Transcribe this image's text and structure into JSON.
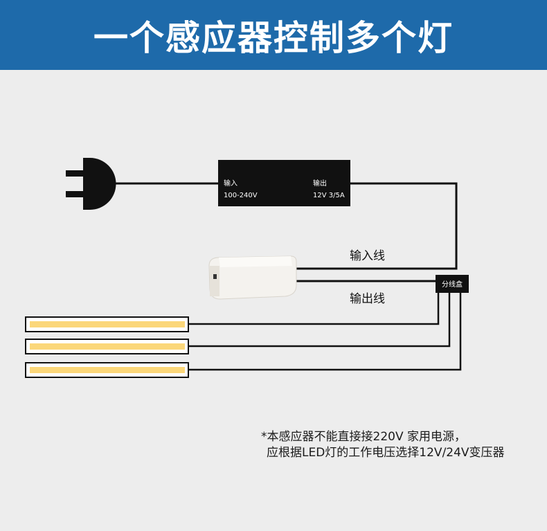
{
  "title": "一个感应器控制多个灯",
  "adapter": {
    "input_label": "输入",
    "input_value": "100-240V",
    "output_label": "输出",
    "output_value": "12V 3/5A"
  },
  "wires": {
    "input_wire_label": "输入线",
    "output_wire_label": "输出线"
  },
  "junction_box_label": "分线盒",
  "led_strip_count": 3,
  "colors": {
    "header_bg": "#1e6aaa",
    "led_fill": "#fbd77a"
  },
  "note": {
    "line1": "*本感应器不能直接接220V 家用电源，",
    "line2": "应根据LED灯的工作电压选择12V/24V变压器"
  }
}
